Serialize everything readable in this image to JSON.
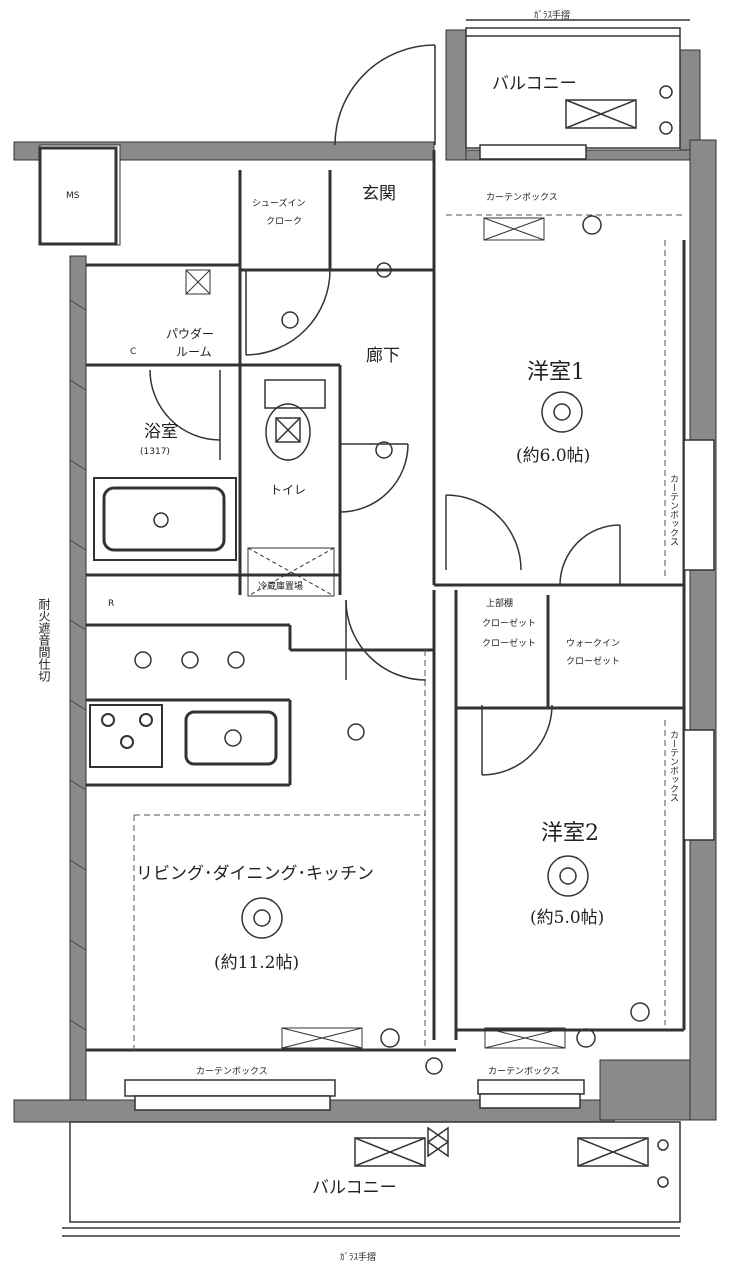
{
  "labels": {
    "glass_rail_top": "ｶﾞﾗｽ手摺",
    "balcony_top": "バルコニー",
    "ms": "MS",
    "entrance": "玄関",
    "shoes_in": "シューズイン",
    "cloak": "クローク",
    "curtain_box_top": "カーテンボックス",
    "powder_room_1": "パウダー",
    "powder_room_2": "ルーム",
    "corridor": "廊下",
    "bath": "浴室",
    "bath_size": "(1317)",
    "toilet": "トイレ",
    "room1": "洋室1",
    "room1_area": "(約6.0帖)",
    "fridge": "冷蔵庫置場",
    "upper_shelf": "上部棚",
    "closet_1": "クローゼット",
    "closet_2": "クローゼット",
    "walkin_1": "ウォークイン",
    "walkin_2": "クローゼット",
    "ldk": "リビング･ダイニング･キッチン",
    "ldk_area": "(約11.2帖)",
    "room2": "洋室2",
    "room2_area": "(約5.0帖)",
    "wall_note": "耐火遮音間仕切",
    "curtain_box_bottom_left": "カーテンボックス",
    "curtain_box_bottom_right": "カーテンボックス",
    "curtain_box_side1": "カーテンボックス",
    "curtain_box_side2": "カーテンボックス",
    "balcony_bottom": "バルコニー",
    "glass_rail_bottom": "ｶﾞﾗｽ手摺",
    "r_mark": "R",
    "c_mark": "C"
  }
}
